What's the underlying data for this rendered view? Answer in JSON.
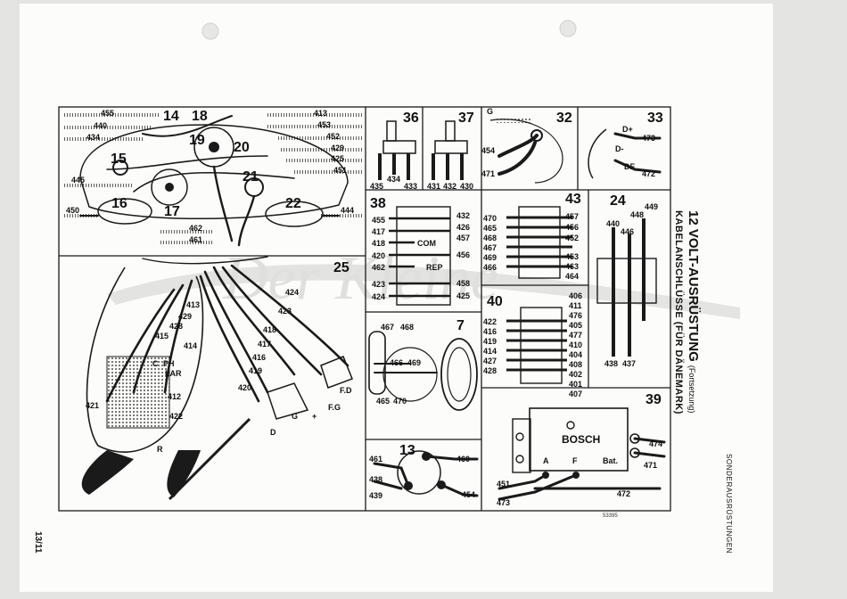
{
  "page": {
    "title": "12 VOLT-AUSRÜSTUNG",
    "title_suffix": "(Fortsetzung)",
    "subtitle": "KABELANSCHLÜSSE (FÜR DÄNEMARK)",
    "side_label": "SONDERAUSRÜSTUNGEN",
    "page_number": "13/11",
    "drawing_number": "53395",
    "watermark": "Der Kleine"
  },
  "panels": {
    "p14_22": {
      "numbers": [
        "14",
        "18",
        "19",
        "20",
        "15",
        "21",
        "16",
        "17",
        "22"
      ],
      "wires": [
        "455",
        "440",
        "434",
        "413",
        "453",
        "452",
        "429",
        "425",
        "451",
        "445",
        "450",
        "444",
        "462",
        "461"
      ]
    },
    "p25": {
      "number": "25",
      "wires": [
        "424",
        "423",
        "418",
        "417",
        "416",
        "419",
        "420",
        "413",
        "429",
        "428",
        "415",
        "414",
        "412",
        "422",
        "421"
      ],
      "terminals": [
        "F.D",
        "F.G",
        "D",
        "G",
        "+",
        "R",
        "PH",
        "LAR",
        "C"
      ]
    },
    "p36": {
      "number": "36",
      "wires": [
        "434",
        "435",
        "433"
      ]
    },
    "p37": {
      "number": "37",
      "wires": [
        "431",
        "432",
        "430"
      ]
    },
    "p32": {
      "number": "32",
      "wires": [
        "G",
        "454",
        "471"
      ]
    },
    "p33": {
      "number": "33",
      "wires": [
        "D+",
        "473",
        "D-",
        "DF",
        "472"
      ]
    },
    "p38": {
      "number": "38",
      "left": [
        "455",
        "417",
        "418",
        "420",
        "462",
        "423",
        "424"
      ],
      "right": [
        "432",
        "426",
        "457",
        "456",
        "458",
        "425"
      ],
      "marks": [
        "COM",
        "REP"
      ]
    },
    "p43": {
      "number": "43",
      "left": [
        "470",
        "465",
        "468",
        "467",
        "469",
        "466"
      ],
      "right": [
        "457",
        "456",
        "452",
        "453",
        "463",
        "464"
      ]
    },
    "p24": {
      "number": "24",
      "wires": [
        "440",
        "446",
        "448",
        "449",
        "438",
        "437"
      ]
    },
    "p40": {
      "number": "40",
      "left": [
        "422",
        "416",
        "419",
        "414",
        "427",
        "428"
      ],
      "right": [
        "406",
        "411",
        "476",
        "405",
        "477",
        "410",
        "404",
        "408",
        "402",
        "401",
        "407"
      ]
    },
    "p7": {
      "number": "7",
      "wires": [
        "467",
        "468",
        "466",
        "469",
        "465",
        "470"
      ]
    },
    "p13": {
      "number": "13",
      "wires": [
        "461",
        "460",
        "438",
        "439",
        "454"
      ]
    },
    "p39": {
      "number": "39",
      "brand": "BOSCH",
      "terminals": [
        "A",
        "F",
        "Bat."
      ],
      "wires": [
        "474",
        "471",
        "451",
        "473",
        "472"
      ]
    }
  },
  "colors": {
    "ink": "#1a1a1a",
    "paper": "#fcfcfb",
    "background": "#e4e4e2",
    "watermark": "#c8c8c8"
  }
}
